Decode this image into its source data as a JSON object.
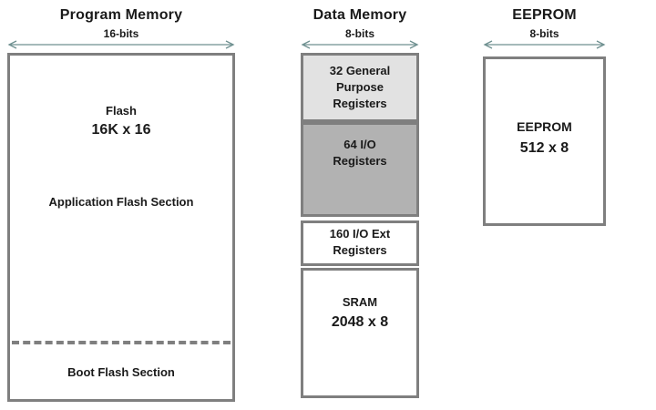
{
  "diagram": {
    "program_memory": {
      "title": "Program Memory",
      "bus_width": "16-bits",
      "flash_label": "Flash",
      "flash_size": "16K x 16",
      "app_section_label": "Application Flash Section",
      "boot_section_label": "Boot Flash Section"
    },
    "data_memory": {
      "title": "Data Memory",
      "bus_width": "8-bits",
      "regions": [
        {
          "label": "32 General\nPurpose\nRegisters"
        },
        {
          "label": "64 I/O\nRegisters"
        },
        {
          "label": "160 I/O Ext\nRegisters"
        },
        {
          "label": "SRAM",
          "size": "2048 x 8"
        }
      ]
    },
    "eeprom": {
      "title": "EEPROM",
      "bus_width": "8-bits",
      "chip_label": "EEPROM",
      "chip_size": "512 x 8"
    }
  },
  "colors": {
    "background": "#ffffff",
    "text": "#1a1a1a",
    "box_border": "#7f7f7f",
    "gp_registers_fill": "#e2e2e2",
    "io_registers_fill": "#b2b2b2",
    "white_fill": "#ffffff",
    "arrow": "#6f9090"
  }
}
